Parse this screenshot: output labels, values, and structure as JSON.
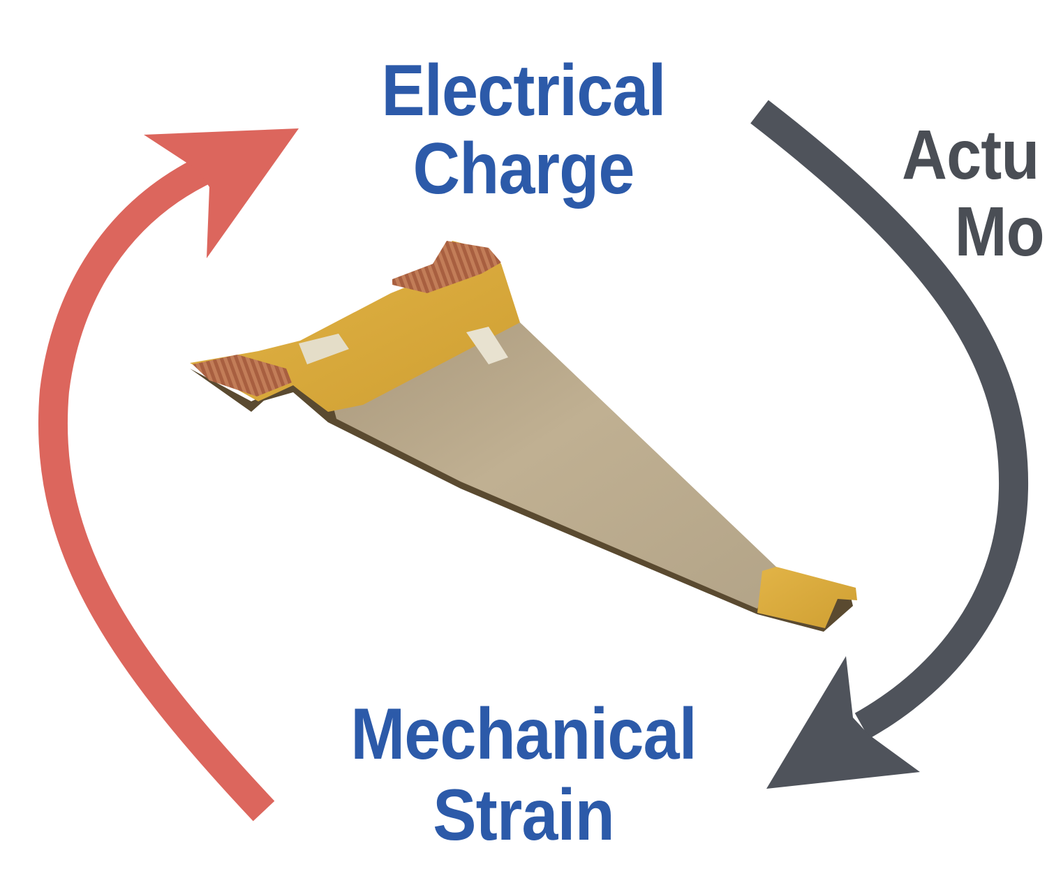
{
  "diagram": {
    "top_label": {
      "line1": "Electrical",
      "line2": "Charge"
    },
    "bottom_label": {
      "line1": "Mechanical",
      "line2": "Strain"
    },
    "right_label": {
      "line1": "Actu",
      "line2": "Mo"
    },
    "colors": {
      "label_blue": "#2c5aa9",
      "label_grey": "#4a4e55",
      "left_arrow": "#dc665d",
      "right_arrow": "#4f535b",
      "kapton_yellow": "#d8a838",
      "copper": "#c07a55",
      "piezo_grey": "#b9a88c"
    },
    "icons": {
      "left_arrow": "curved-arrow-up-icon",
      "right_arrow": "curved-arrow-down-icon",
      "device": "piezo-bimorph-actuator-photo"
    }
  }
}
